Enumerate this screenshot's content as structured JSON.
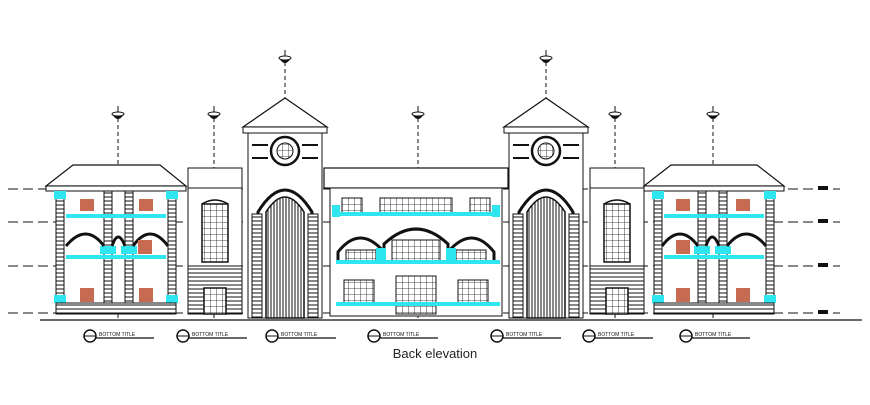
{
  "drawing": {
    "caption": "Back elevation",
    "title_tag": "BOTTOM TITLE",
    "title_tag_count": 7
  },
  "colors": {
    "line": "#111111",
    "accent": "#2ee6f0",
    "brick": "#c76a52",
    "background": "#ffffff"
  }
}
